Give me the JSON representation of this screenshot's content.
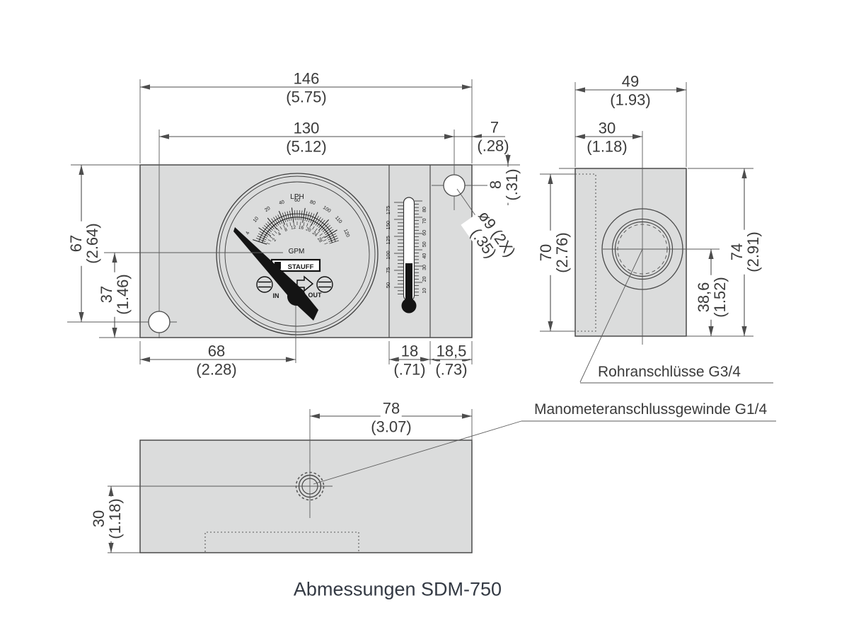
{
  "caption": "Abmessungen SDM-750",
  "labels": {
    "pipe_ports": "Rohranschlüsse G3/4",
    "gauge_thread": "Manometeranschlussgewinde G1/4"
  },
  "front_view": {
    "dims": {
      "width": {
        "mm": "146",
        "inch": "(5.75)"
      },
      "hole_span": {
        "mm": "130",
        "inch": "(5.12)"
      },
      "hole_edge_offset": {
        "mm": "7",
        "inch": "(.28)"
      },
      "hole_top_offset": {
        "mm": "8",
        "inch": "(.31)"
      },
      "hole_diameter": {
        "mm": "ø9 (2X)",
        "inch": "(.35)"
      },
      "top_to_hole": {
        "mm": "67",
        "inch": "(2.64)"
      },
      "center_to_bottom": {
        "mm": "37",
        "inch": "(1.46)"
      },
      "edge_to_gauge_center": {
        "mm": "68",
        "inch": "(2.28)"
      },
      "thermo_window_width": {
        "mm": "18",
        "inch": "(.71)"
      },
      "right_section_width": {
        "mm": "18,5",
        "inch": "(.73)"
      }
    },
    "gauge": {
      "unit_top": "LPH",
      "unit_bottom": "GPM",
      "brand": "STAUFF",
      "inlet": "IN",
      "outlet": "OUT",
      "lph_scale": [
        "4",
        "10",
        "20",
        "40",
        "60",
        "80",
        "100",
        "110",
        "120"
      ],
      "gpm_scale": [
        "2",
        "4",
        "8",
        "12",
        "16",
        "20",
        "24",
        "28"
      ]
    },
    "thermometer": {
      "fahrenheit_scale": [
        "175",
        "150",
        "125",
        "100",
        "75",
        "50"
      ],
      "celsius_scale": [
        "80",
        "70",
        "60",
        "50",
        "40",
        "30",
        "20",
        "10"
      ]
    }
  },
  "side_view": {
    "dims": {
      "depth": {
        "mm": "49",
        "inch": "(1.93)"
      },
      "port_center_offset": {
        "mm": "30",
        "inch": "(1.18)"
      },
      "body_inner_height": {
        "mm": "70",
        "inch": "(2.76)"
      },
      "height": {
        "mm": "74",
        "inch": "(2.91)"
      },
      "port_center_height": {
        "mm": "38,6",
        "inch": "(1.52)"
      }
    }
  },
  "bottom_view": {
    "dims": {
      "port_to_edge": {
        "mm": "78",
        "inch": "(3.07)"
      },
      "port_center_depth": {
        "mm": "30",
        "inch": "(1.18)"
      }
    }
  },
  "colors": {
    "panel": "#dbdcdc",
    "line": "#4d4d4d",
    "text": "#3b3b3b",
    "needle": "#141414"
  }
}
